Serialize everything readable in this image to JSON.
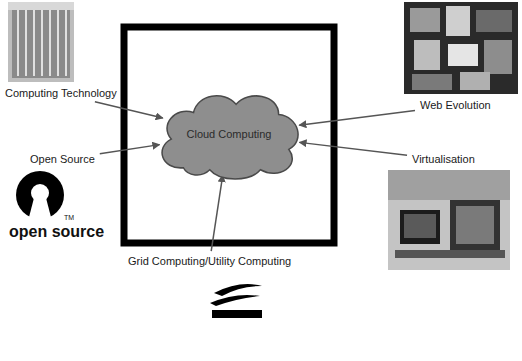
{
  "diagram": {
    "nodes": [
      {
        "text": [
          "Computing Technology"
        ]
      },
      {
        "text": [
          "Web Evolution"
        ]
      },
      {
        "text": [
          "Cloud Computing"
        ]
      },
      {
        "text": [
          "Open Source"
        ]
      },
      {
        "text": [
          "Virtualisation"
        ]
      },
      {
        "text": [
          "Grid Computing/Utility Computing"
        ]
      }
    ],
    "edges": [
      {
        "from": 0,
        "to": 2,
        "arrow": "to"
      },
      {
        "from": 1,
        "to": 2,
        "arrow": "to"
      },
      {
        "from": 3,
        "to": 2,
        "arrow": "to"
      },
      {
        "from": 4,
        "to": 2,
        "arrow": "to"
      },
      {
        "from": 5,
        "to": 2,
        "arrow": "to"
      }
    ],
    "labels": [
      "open source",
      "TM"
    ]
  }
}
